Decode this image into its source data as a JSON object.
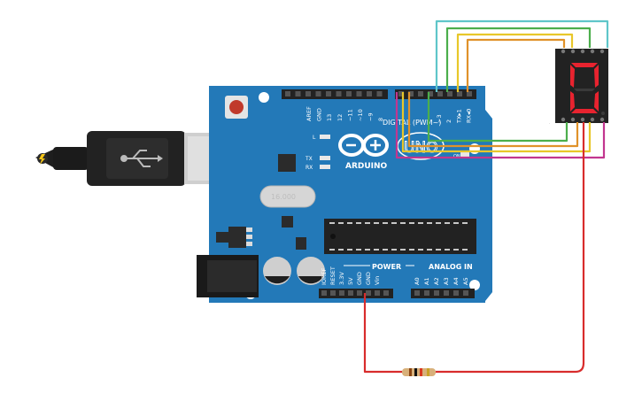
{
  "board": {
    "brand": "ARDUINO",
    "model": "UNO",
    "digital_header": "DIGITAL (PWM~)",
    "power_header": "POWER",
    "analog_header": "ANALOG IN",
    "led_l": "L",
    "led_tx": "TX",
    "led_rx": "RX",
    "led_on": "ON",
    "top_pins": [
      "AREF",
      "GND",
      "13",
      "12",
      "~11",
      "~10",
      "~9",
      "8"
    ],
    "right_pins": [
      "~3",
      "2",
      "TX▸1",
      "RX◂0"
    ],
    "power_pins": [
      "IOREF",
      "RESET",
      "3.3V",
      "5V",
      "GND",
      "GND",
      "Vin"
    ],
    "analog_pins": [
      "A0",
      "A1",
      "A2",
      "A3",
      "A4",
      "A5"
    ],
    "crystal_text": "16.000"
  },
  "display": {
    "digit": "0",
    "segment_color": "#e8232f"
  },
  "wire_colors": {
    "cyan": "#5fc6c9",
    "green": "#4cae4c",
    "yellow": "#e8c72a",
    "orange": "#e0922a",
    "magenta": "#c2368f",
    "red": "#d82c2c"
  },
  "resistor": {
    "body_color": "#d8b07a"
  }
}
